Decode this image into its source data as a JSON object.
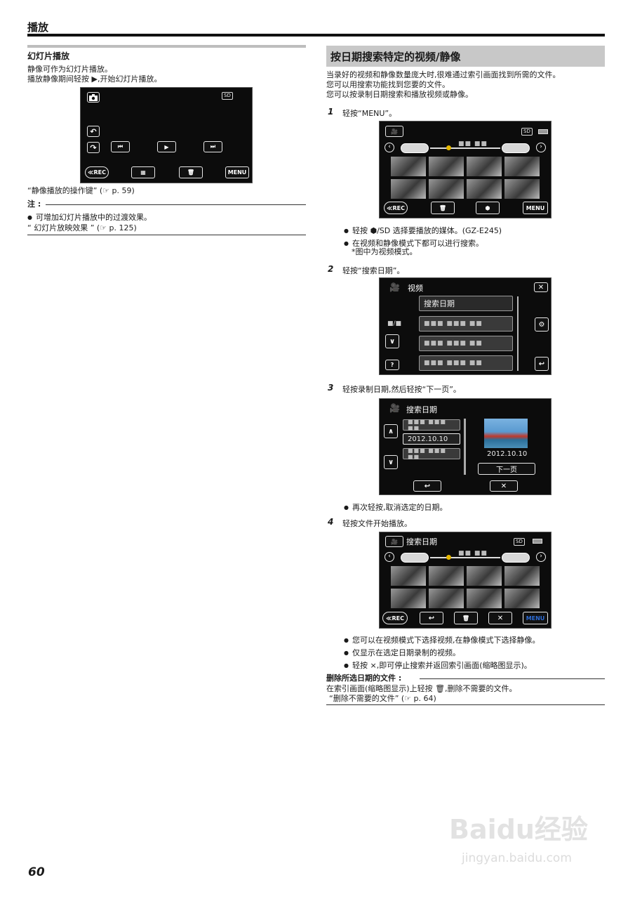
{
  "header": {
    "title": "播放"
  },
  "page_number": "60",
  "left": {
    "section_title": "幻灯片播放",
    "intro": [
      "静像可作为幻灯片播放。",
      "播放静像期间轻按 ▶,开始幻灯片播放。"
    ],
    "screen": {
      "sd_badge": "SD",
      "rec_label": "≪REC",
      "menu_label": "MENU"
    },
    "ref_link": "“静像播放的操作键” (☞ p. 59)",
    "note_label": "注 :",
    "note_items": [
      "可增加幻灯片播放中的过渡效果。"
    ],
    "note_ref": "“ 幻灯片放映效果 ” (☞ p. 125)"
  },
  "right": {
    "section_title": "按日期搜索特定的视频/静像",
    "intro": [
      "当录好的视频和静像数量庞大时,很难通过索引画面找到所需的文件。",
      "您可以用搜索功能找到您要的文件。",
      "您可以按录制日期搜索和播放视频或静像。"
    ],
    "steps": [
      {
        "num": "1",
        "text": "轻按“MENU”。"
      },
      {
        "num": "2",
        "text": "轻按“搜索日期”。"
      },
      {
        "num": "3",
        "text": "轻按录制日期,然后轻按“下一页”。"
      },
      {
        "num": "4",
        "text": "轻按文件开始播放。"
      }
    ],
    "step1_bullets": [
      "轻按 ⬢/SD 选择要播放的媒体。(GZ-E245)",
      "在视频和静像模式下都可以进行搜索。"
    ],
    "step1_sub": "*图中为视频模式。",
    "step3_bullets": [
      "再次轻按,取消选定的日期。"
    ],
    "step4_bullets": [
      "您可以在视频模式下选择视频,在静像模式下选择静像。",
      "仅显示在选定日期录制的视频。",
      "轻按 ×,即可停止搜索并返回索引画面(缩略图显示)。"
    ],
    "delete_title": "删除所选日期的文件 :",
    "delete_text": "在索引画面(缩略图显示)上轻按 🗑,删除不需要的文件。",
    "delete_ref": "“删除不需要的文件” (☞ p. 64)",
    "screen1": {
      "sd_badge": "SD",
      "rec_label": "≪REC",
      "menu_label": "MENU",
      "date_blur": "■■ ■■"
    },
    "screen2": {
      "title": "视频",
      "item_search": "搜索日期",
      "side_label": "■/■",
      "help": "?",
      "blur_item": "■■■ ■■■ ■■"
    },
    "screen3": {
      "title": "搜索日期",
      "date_selected": "2012.10.10",
      "preview_date": "2012.10.10",
      "next_label": "下一页",
      "blur_item": "■■■ ■■■ ■■"
    },
    "screen4": {
      "title": "搜索日期",
      "sd_badge": "SD",
      "rec_label": "≪REC",
      "menu_label": "MENU",
      "date_blur": "■■ ■■"
    }
  },
  "watermark": {
    "brand": "Baidu经验",
    "url": "jingyan.baidu.com"
  },
  "colors": {
    "accent_bar": "#c8c8c8",
    "screen_bg": "#0c0c0c",
    "menu_blue": "#2d6cd6"
  }
}
